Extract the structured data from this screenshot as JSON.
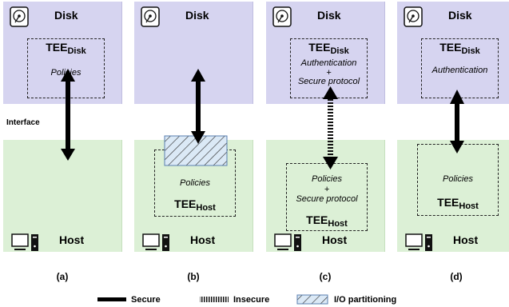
{
  "labels": {
    "disk": "Disk",
    "host": "Host",
    "tee": "TEE",
    "tee_disk_sub": "Disk",
    "tee_host_sub": "Host",
    "interface": "Interface",
    "plus": "+"
  },
  "panels": [
    {
      "caption": "(a)",
      "disk_tee_lines": [
        "Policies"
      ],
      "host_tee_lines": [],
      "arrow": "secure"
    },
    {
      "caption": "(b)",
      "disk_tee_lines": [],
      "host_tee_lines": [
        "Policies"
      ],
      "arrow": "secure"
    },
    {
      "caption": "(c)",
      "disk_tee_lines": [
        "Authentication",
        "Secure protocol"
      ],
      "host_tee_lines": [
        "Policies",
        "Secure protocol"
      ],
      "arrow": "insecure"
    },
    {
      "caption": "(d)",
      "disk_tee_lines": [
        "Authentication"
      ],
      "host_tee_lines": [
        "Policies"
      ],
      "arrow": "secure"
    }
  ],
  "legend": {
    "secure": "Secure",
    "insecure": "Insecure",
    "io_partitioning": "I/O partitioning"
  },
  "colors": {
    "disk_fill": "#d6d4f0",
    "host_fill": "#dcf0d6",
    "partition_fill": "#dbe9f6"
  }
}
